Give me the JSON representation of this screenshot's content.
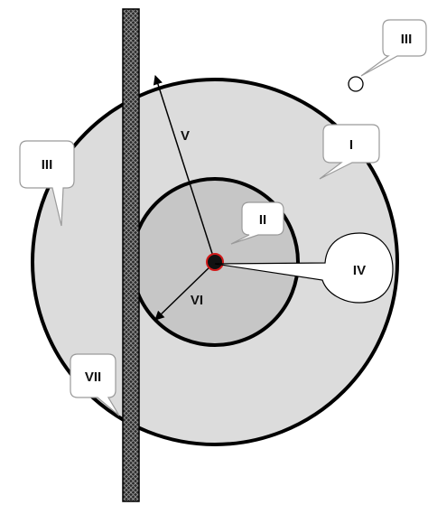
{
  "labels": {
    "i": "I",
    "ii": "II",
    "iii_right": "III",
    "iii_left": "III",
    "iv": "IV",
    "v": "V",
    "vi": "VI",
    "vii": "VII"
  },
  "colors": {
    "outer_disc": "#dcdcdc",
    "inner_disc": "#c6c6c6",
    "outline": "#000000",
    "center_dot": "#111111",
    "center_dot_ring": "#d11a1a",
    "wall_fill": "#2b2b2b",
    "wall_hatch": "#9a9a9a",
    "callout_fill": "#ffffff",
    "callout_stroke": "#9a9a9a"
  }
}
